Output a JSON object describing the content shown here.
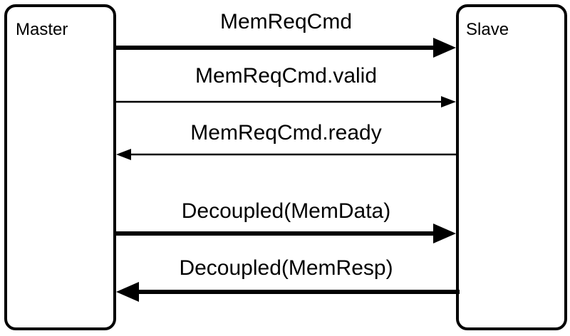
{
  "master": {
    "label": "Master"
  },
  "slave": {
    "label": "Slave"
  },
  "signals": [
    {
      "label": "MemReqCmd",
      "direction": "to-slave",
      "weight": "thick"
    },
    {
      "label": "MemReqCmd.valid",
      "direction": "to-slave",
      "weight": "thin"
    },
    {
      "label": "MemReqCmd.ready",
      "direction": "to-master",
      "weight": "thin"
    },
    {
      "label": "Decoupled(MemData)",
      "direction": "to-slave",
      "weight": "thick"
    },
    {
      "label": "Decoupled(MemResp)",
      "direction": "to-master",
      "weight": "thick"
    }
  ]
}
